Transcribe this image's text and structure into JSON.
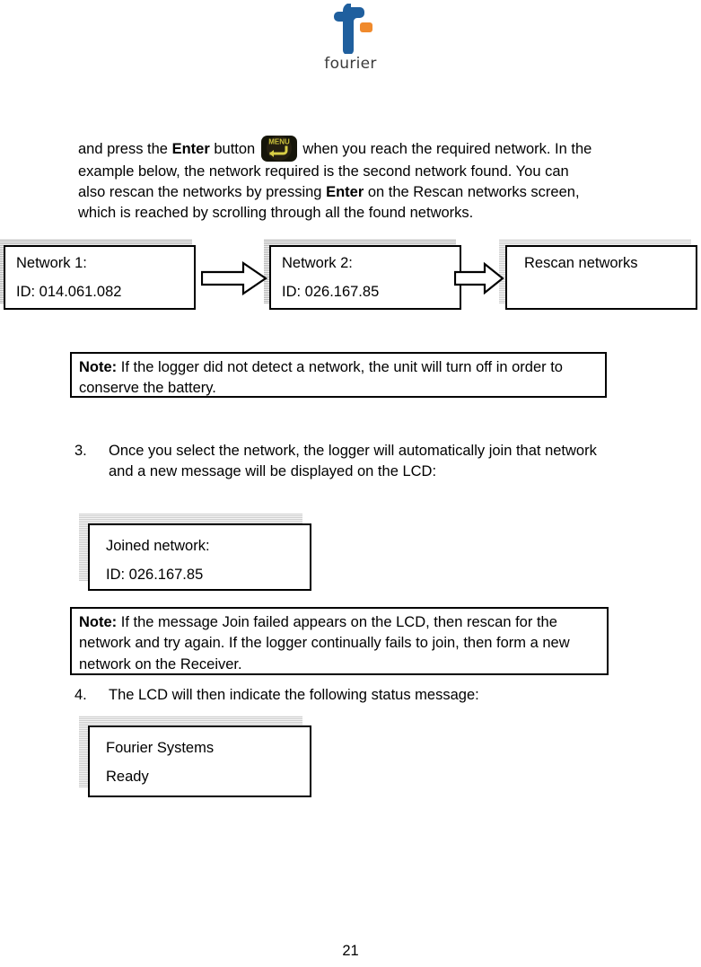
{
  "header": {
    "logo_word": "fourier",
    "logo_colors": {
      "mark_blue": "#1f5f9e",
      "mark_orange": "#f08a2c",
      "word": "#3a3a3a"
    }
  },
  "intro": {
    "part1": "and press the ",
    "enter_bold_1": "Enter",
    "part2": " button ",
    "part3": " when you reach the required network. In the example below, the network required is the second network found. You can also rescan the networks by pressing ",
    "enter_bold_2": "Enter",
    "part4": " on the Rescan networks screen, which is reached by scrolling through all the found networks."
  },
  "menu_key": {
    "label": "MENU",
    "glyph": "↵",
    "body_color": "#1a1a12",
    "text_color": "#c9c13a"
  },
  "flow": {
    "screens": [
      {
        "name": "network-1",
        "line1": "Network 1:",
        "line2": "ID: 014.061.082"
      },
      {
        "name": "network-2",
        "line1": "Network 2:",
        "line2": "ID: 026.167.85"
      },
      {
        "name": "rescan",
        "line1": "Rescan networks",
        "line2": ""
      }
    ],
    "arrows": [
      "arrow-right-1",
      "arrow-right-2"
    ]
  },
  "notes": [
    {
      "label": "Note:",
      "text": " If the logger did not detect a network, the unit will turn off in order to conserve the battery."
    },
    {
      "label": "Note:",
      "text": " If the message Join failed appears on the LCD, then rescan for the network and try again. If the logger continually fails to join, then form a new network on the Receiver."
    }
  ],
  "steps": [
    {
      "number": "3.",
      "text": "Once you select the network, the logger will automatically join that network and a new message will be displayed on the LCD:"
    },
    {
      "number": "4.",
      "text": "The LCD will then indicate the following status message:"
    }
  ],
  "lcd_joined": {
    "line1": "Joined network:",
    "line2": "ID: 026.167.85"
  },
  "lcd_ready": {
    "line1": "Fourier Systems",
    "line2": "Ready"
  },
  "footer": {
    "page_number": "21"
  }
}
